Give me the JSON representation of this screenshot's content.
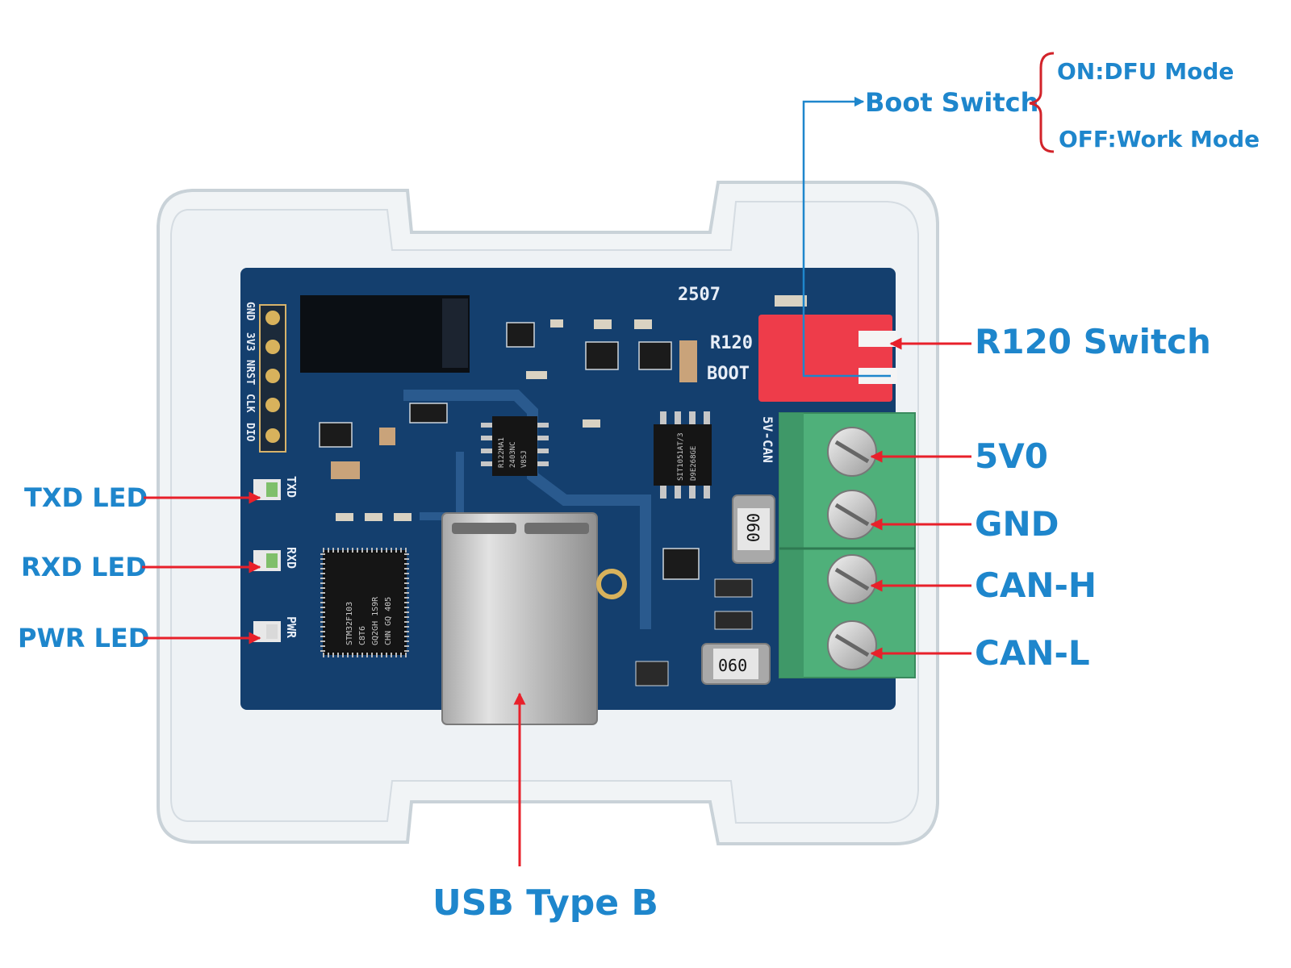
{
  "labels": {
    "boot_switch": "Boot Switch",
    "on_mode": "ON:DFU Mode",
    "off_mode": "OFF:Work Mode",
    "r120_switch": "R120 Switch",
    "pin_5v0": "5V0",
    "pin_gnd": "GND",
    "pin_canh": "CAN-H",
    "pin_canl": "CAN-L",
    "txd_led": "TXD LED",
    "rxd_led": "RXD LED",
    "pwr_led": "PWR LED",
    "usb": "USB Type B"
  },
  "silkscreen": {
    "header_pins": [
      "GND",
      "3V3",
      "NRST",
      "CLK",
      "DIO"
    ],
    "r120": "R120",
    "boot": "BOOT",
    "port": "5V-CAN",
    "txd": "TXD",
    "rxd": "RXD",
    "pwr": "PWR",
    "batch": "2507",
    "inductor": "060",
    "mcu_lines": [
      "STM32F103",
      "C8T6",
      "GQ2GH 1S9R",
      "CHN GQ 405"
    ],
    "ic1_lines": [
      "R122MA1",
      "2403NC",
      "V8SJ"
    ],
    "ic2_lines": [
      "SIT1051AT/3",
      "D9E268GE"
    ]
  },
  "colors": {
    "label_blue": "#1e86cc",
    "arrow_red": "#e8202a",
    "pcb_blue": "#143f6e",
    "terminal_green": "#4fb07a",
    "switch_red": "#ee3c4a"
  }
}
